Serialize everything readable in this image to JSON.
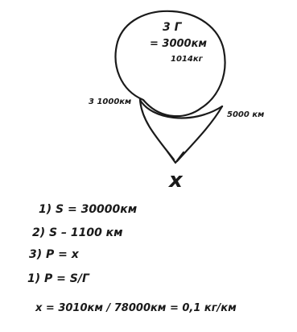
{
  "diagram": {
    "loop_labels": [
      "3 Г",
      "= 3000км",
      "1014кг"
    ],
    "left_label": "3 1000км",
    "right_label": "5000 км",
    "target_label": "x"
  },
  "solution": {
    "lines": [
      "1) S = 30000км",
      "2) S – 1100 км",
      "3) P = x",
      "1) P = S/Г",
      "x = 3010км / 78000км = 0,1 кг/км"
    ]
  },
  "ink_color": "#1a1a1a"
}
